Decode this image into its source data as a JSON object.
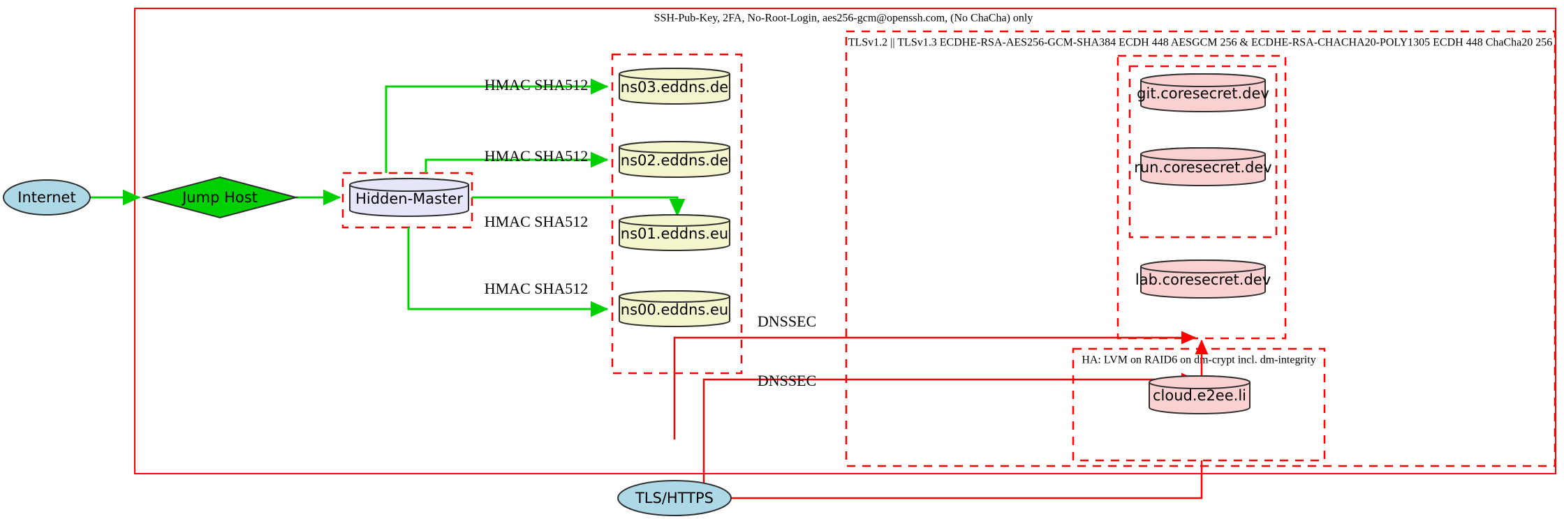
{
  "diagram": {
    "title_label": "SSH-Pub-Key, 2FA, No-Root-Login, aes256-gcm@openssh.com, (No ChaCha) only",
    "clusters": [
      {
        "id": "tls-cluster",
        "label": "TLSv1.2 || TLSv1.3 ECDHE-RSA-AES256-GCM-SHA384 ECDH 448 AESGCM 256 & ECDHE-RSA-CHACHA20-POLY1305 ECDH 448 ChaCha20 256"
      },
      {
        "id": "ha-cluster",
        "label": "HA: LVM on RAID6 on dm-crypt incl. dm-integrity"
      }
    ],
    "nodes": [
      {
        "id": "internet",
        "label": "Internet",
        "shape": "ellipse",
        "fill": "#add8e6"
      },
      {
        "id": "jumphost",
        "label": "Jump Host",
        "shape": "diamond",
        "fill": "#00d000"
      },
      {
        "id": "hidden",
        "label": "Hidden-Master",
        "shape": "cylinder",
        "fill": "#e6e6fa"
      },
      {
        "id": "ns03",
        "label": "ns03.eddns.de",
        "shape": "cylinder",
        "fill": "#f5f5cd"
      },
      {
        "id": "ns02",
        "label": "ns02.eddns.de",
        "shape": "cylinder",
        "fill": "#f5f5cd"
      },
      {
        "id": "ns01",
        "label": "ns01.eddns.eu",
        "shape": "cylinder",
        "fill": "#f5f5cd"
      },
      {
        "id": "ns00",
        "label": "ns00.eddns.eu",
        "shape": "cylinder",
        "fill": "#f5f5cd"
      },
      {
        "id": "git",
        "label": "git.coresecret.dev",
        "shape": "cylinder",
        "fill": "#fad0d0"
      },
      {
        "id": "run",
        "label": "run.coresecret.dev",
        "shape": "cylinder",
        "fill": "#fad0d0"
      },
      {
        "id": "lab",
        "label": "lab.coresecret.dev",
        "shape": "cylinder",
        "fill": "#fad0d0"
      },
      {
        "id": "cloud",
        "label": "cloud.e2ee.li",
        "shape": "cylinder",
        "fill": "#fad0d0"
      },
      {
        "id": "tlshttps",
        "label": "TLS/HTTPS",
        "shape": "ellipse",
        "fill": "#add8e6"
      }
    ],
    "edge_labels": {
      "hmac_ns03": "HMAC SHA512",
      "hmac_ns02": "HMAC SHA512",
      "hmac_ns01": "HMAC SHA512",
      "hmac_ns00": "HMAC SHA512",
      "dnssec_upper": "DNSSEC",
      "dnssec_lower": "DNSSEC"
    },
    "colors": {
      "boundary_red": "#ff0000",
      "edge_green": "#00d000",
      "edge_red": "#ff0000",
      "node_blue": "#add8e6",
      "node_green": "#00d000",
      "node_lavender": "#e6e6fa",
      "node_yellow": "#f5f5cd",
      "node_pink": "#fad0d0",
      "outline": "#2f2f2f"
    }
  }
}
